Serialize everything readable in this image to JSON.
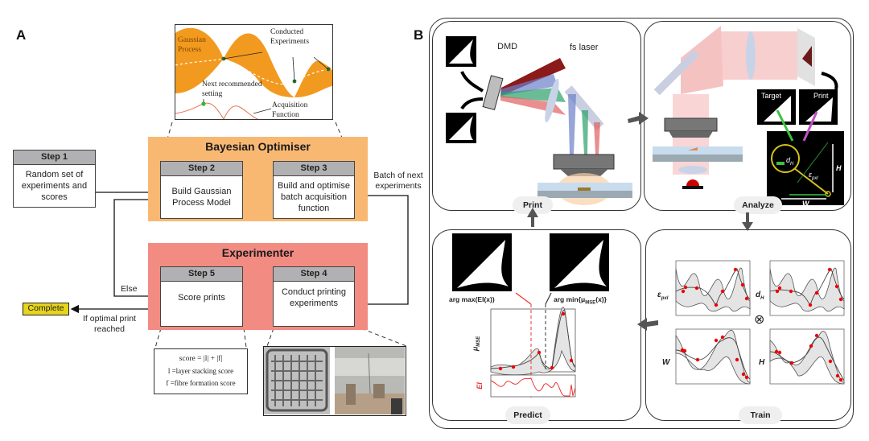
{
  "panel_a": {
    "letter": "A",
    "gp_inset": {
      "gaussian_process_label": [
        "Gaussian",
        "Process"
      ],
      "conducted_experiments_label": [
        "Conducted",
        "Experiments"
      ],
      "next_setting_label": [
        "Next recommended",
        "setting"
      ],
      "acquisition_label": [
        "Acquisition",
        "Function"
      ]
    },
    "bayesian_optimiser": {
      "title": "Bayesian Optimiser",
      "color": "#f9b872"
    },
    "experimenter": {
      "title": "Experimenter",
      "color": "#f28b82"
    },
    "steps": [
      {
        "header": "Step 1",
        "body": "Random set of experiments and scores"
      },
      {
        "header": "Step 2",
        "body": "Build Gaussian Process Model"
      },
      {
        "header": "Step 3",
        "body": "Build and optimise batch acquisition function"
      },
      {
        "header": "Step 4",
        "body": "Conduct printing experiments"
      },
      {
        "header": "Step 5",
        "body": "Score prints"
      }
    ],
    "edge_labels": {
      "batch": "Batch of next experiments",
      "else": "Else",
      "optimal": "If optimal print reached"
    },
    "complete": {
      "label": "Complete",
      "color": "#e6d51a"
    },
    "score_box": {
      "formula": "score =  |l| + |f|",
      "l_def": "l =layer stacking score",
      "f_def": "f =fibre formation score"
    }
  },
  "panel_b": {
    "letter": "B",
    "stages": {
      "print": "Print",
      "analyze": "Analyze",
      "train": "Train",
      "predict": "Predict"
    },
    "print_labels": {
      "dmd": "DMD",
      "laser": "fs laser"
    },
    "analyze_labels": {
      "target": "Target",
      "print": "Print",
      "dh": "d",
      "dh_sub": "H",
      "eps": "ε",
      "eps_sub": "pxl",
      "h": "H",
      "w": "W"
    },
    "train_labels": {
      "eps": "ε",
      "eps_sub": "pxl",
      "dh": "d",
      "dh_sub": "H",
      "w": "W",
      "h": "H",
      "product": "⊗"
    },
    "predict_labels": {
      "argmax": "arg max(EI(x))",
      "argmin": "arg min{μ",
      "argmin_sub": "MSE",
      "argmin_tail": "(x)}",
      "x_sub": "x",
      "mu": "μ",
      "mu_sub": "MSE",
      "ei": "EI"
    }
  }
}
